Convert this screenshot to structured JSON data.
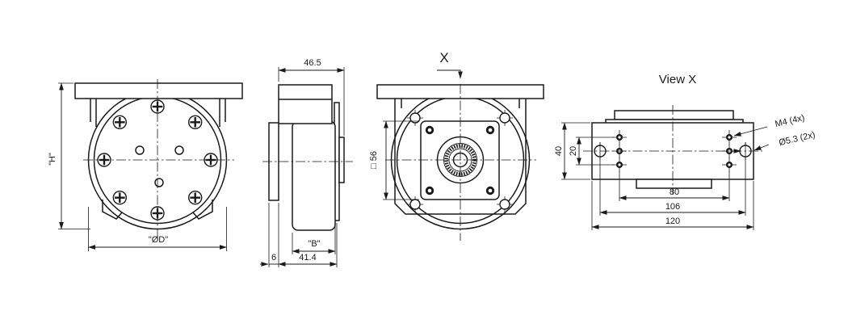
{
  "colors": {
    "line": "#1a1a1a",
    "background": "#ffffff"
  },
  "front_view": {
    "height_label": "\"H\"",
    "diameter_label": "\"ØD\""
  },
  "side_view": {
    "total_depth": "46.5",
    "flange_thickness": "6",
    "body_depth": "41.4",
    "b_label": "\"B\""
  },
  "rear_view": {
    "square_size": "□ 56",
    "section_letter": "X"
  },
  "top_view": {
    "title": "View X",
    "plate_height": "40",
    "hole_row_spacing": "20",
    "inner_hole_spacing": "80",
    "outer_hole_spacing": "106",
    "overall_width": "120",
    "thread_callout": "M4 (4x)",
    "clearance_hole_callout": "Ø5.3 (2x)"
  }
}
